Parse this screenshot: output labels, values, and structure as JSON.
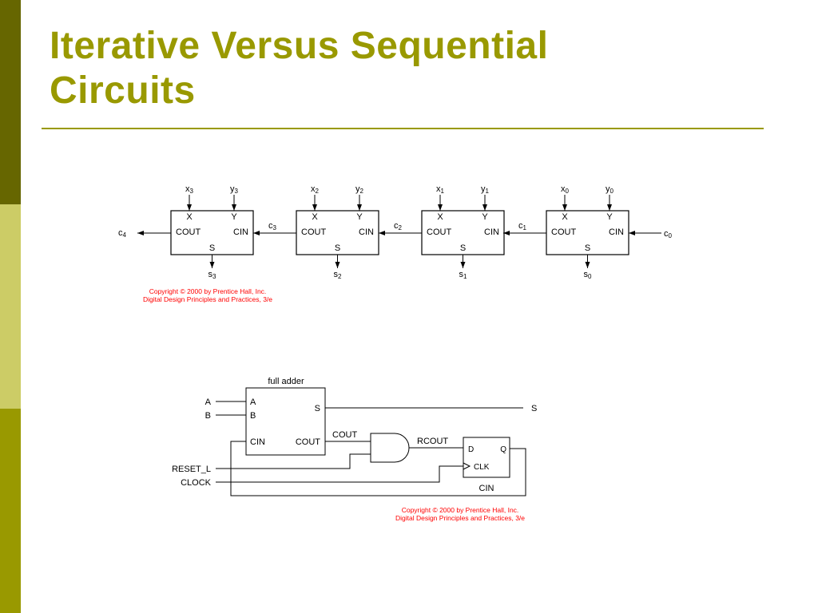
{
  "slide": {
    "title_line1": "Iterative Versus Sequential",
    "title_line2": "Circuits"
  },
  "colors": {
    "title": "#999900",
    "rule": "#999900",
    "sidebar_top": "#666600",
    "sidebar_mid": "#cccc66",
    "sidebar_bottom": "#999900",
    "copyright": "#ff0000"
  },
  "ripple_adder": {
    "cells": [
      {
        "x_in": "x",
        "x_sub": "3",
        "y_in": "y",
        "y_sub": "3",
        "s_out": "s",
        "s_sub": "3",
        "port_x": "X",
        "port_y": "Y",
        "port_cout": "COUT",
        "port_cin": "CIN",
        "port_s": "S"
      },
      {
        "x_in": "x",
        "x_sub": "2",
        "y_in": "y",
        "y_sub": "2",
        "s_out": "s",
        "s_sub": "2",
        "port_x": "X",
        "port_y": "Y",
        "port_cout": "COUT",
        "port_cin": "CIN",
        "port_s": "S"
      },
      {
        "x_in": "x",
        "x_sub": "1",
        "y_in": "y",
        "y_sub": "1",
        "s_out": "s",
        "s_sub": "1",
        "port_x": "X",
        "port_y": "Y",
        "port_cout": "COUT",
        "port_cin": "CIN",
        "port_s": "S"
      },
      {
        "x_in": "x",
        "x_sub": "0",
        "y_in": "y",
        "y_sub": "0",
        "s_out": "s",
        "s_sub": "0",
        "port_x": "X",
        "port_y": "Y",
        "port_cout": "COUT",
        "port_cin": "CIN",
        "port_s": "S"
      }
    ],
    "carries": [
      {
        "label": "c",
        "sub": "4"
      },
      {
        "label": "c",
        "sub": "3"
      },
      {
        "label": "c",
        "sub": "2"
      },
      {
        "label": "c",
        "sub": "1"
      },
      {
        "label": "c",
        "sub": "0"
      }
    ],
    "copyright_line1": "Copyright © 2000 by Prentice Hall, Inc.",
    "copyright_line2": "Digital Design Principles and Practices, 3/e"
  },
  "serial_adder": {
    "title": "full adder",
    "port_a": "A",
    "port_b": "B",
    "port_s": "S",
    "port_cin": "CIN",
    "port_cout": "COUT",
    "input_a": "A",
    "input_b": "B",
    "input_reset": "RESET_L",
    "input_clock": "CLOCK",
    "output_s": "S",
    "wire_cout": "COUT",
    "wire_rcout": "RCOUT",
    "ff_d": "D",
    "ff_q": "Q",
    "ff_clk": "CLK",
    "ff_label": "CIN",
    "copyright_line1": "Copyright © 2000 by Prentice Hall, Inc.",
    "copyright_line2": "Digital Design Principles and Practices, 3/e"
  }
}
